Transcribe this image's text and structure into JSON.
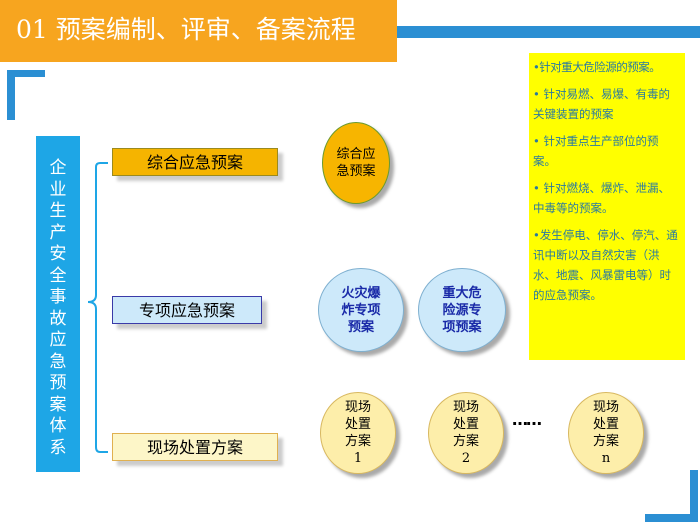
{
  "title": "01 预案编制、评审、备案流程",
  "system_label": "企业生产安全事故应急预案体系",
  "categories": [
    {
      "label": "综合应急预案"
    },
    {
      "label": "专项应急预案"
    },
    {
      "label": "现场处置方案"
    }
  ],
  "comprehensive_circle": "综合应急预案",
  "special_circles": [
    "火灾爆炸专项预案",
    "重大危险源专项预案"
  ],
  "onsite_circles": [
    "现场处置方案1",
    "现场处置方案2",
    "现场处置方案n"
  ],
  "ellipsis": "……",
  "notes": [
    "•针对重大危险源的预案。",
    "• 针对易燃、易爆、有毒的关键装置的预案",
    "• 针对重点生产部位的预案。",
    "• 针对燃烧、爆炸、泄漏、中毒等的预案。",
    "•发生停电、停水、停汽、通讯中断以及自然灾害（洪水、地震、风暴雷电等）时的应急预案。"
  ],
  "colors": {
    "orange": "#f7a51f",
    "blue": "#2b8fd3",
    "gold": "#f5b400",
    "yellow": "#ffff00"
  }
}
